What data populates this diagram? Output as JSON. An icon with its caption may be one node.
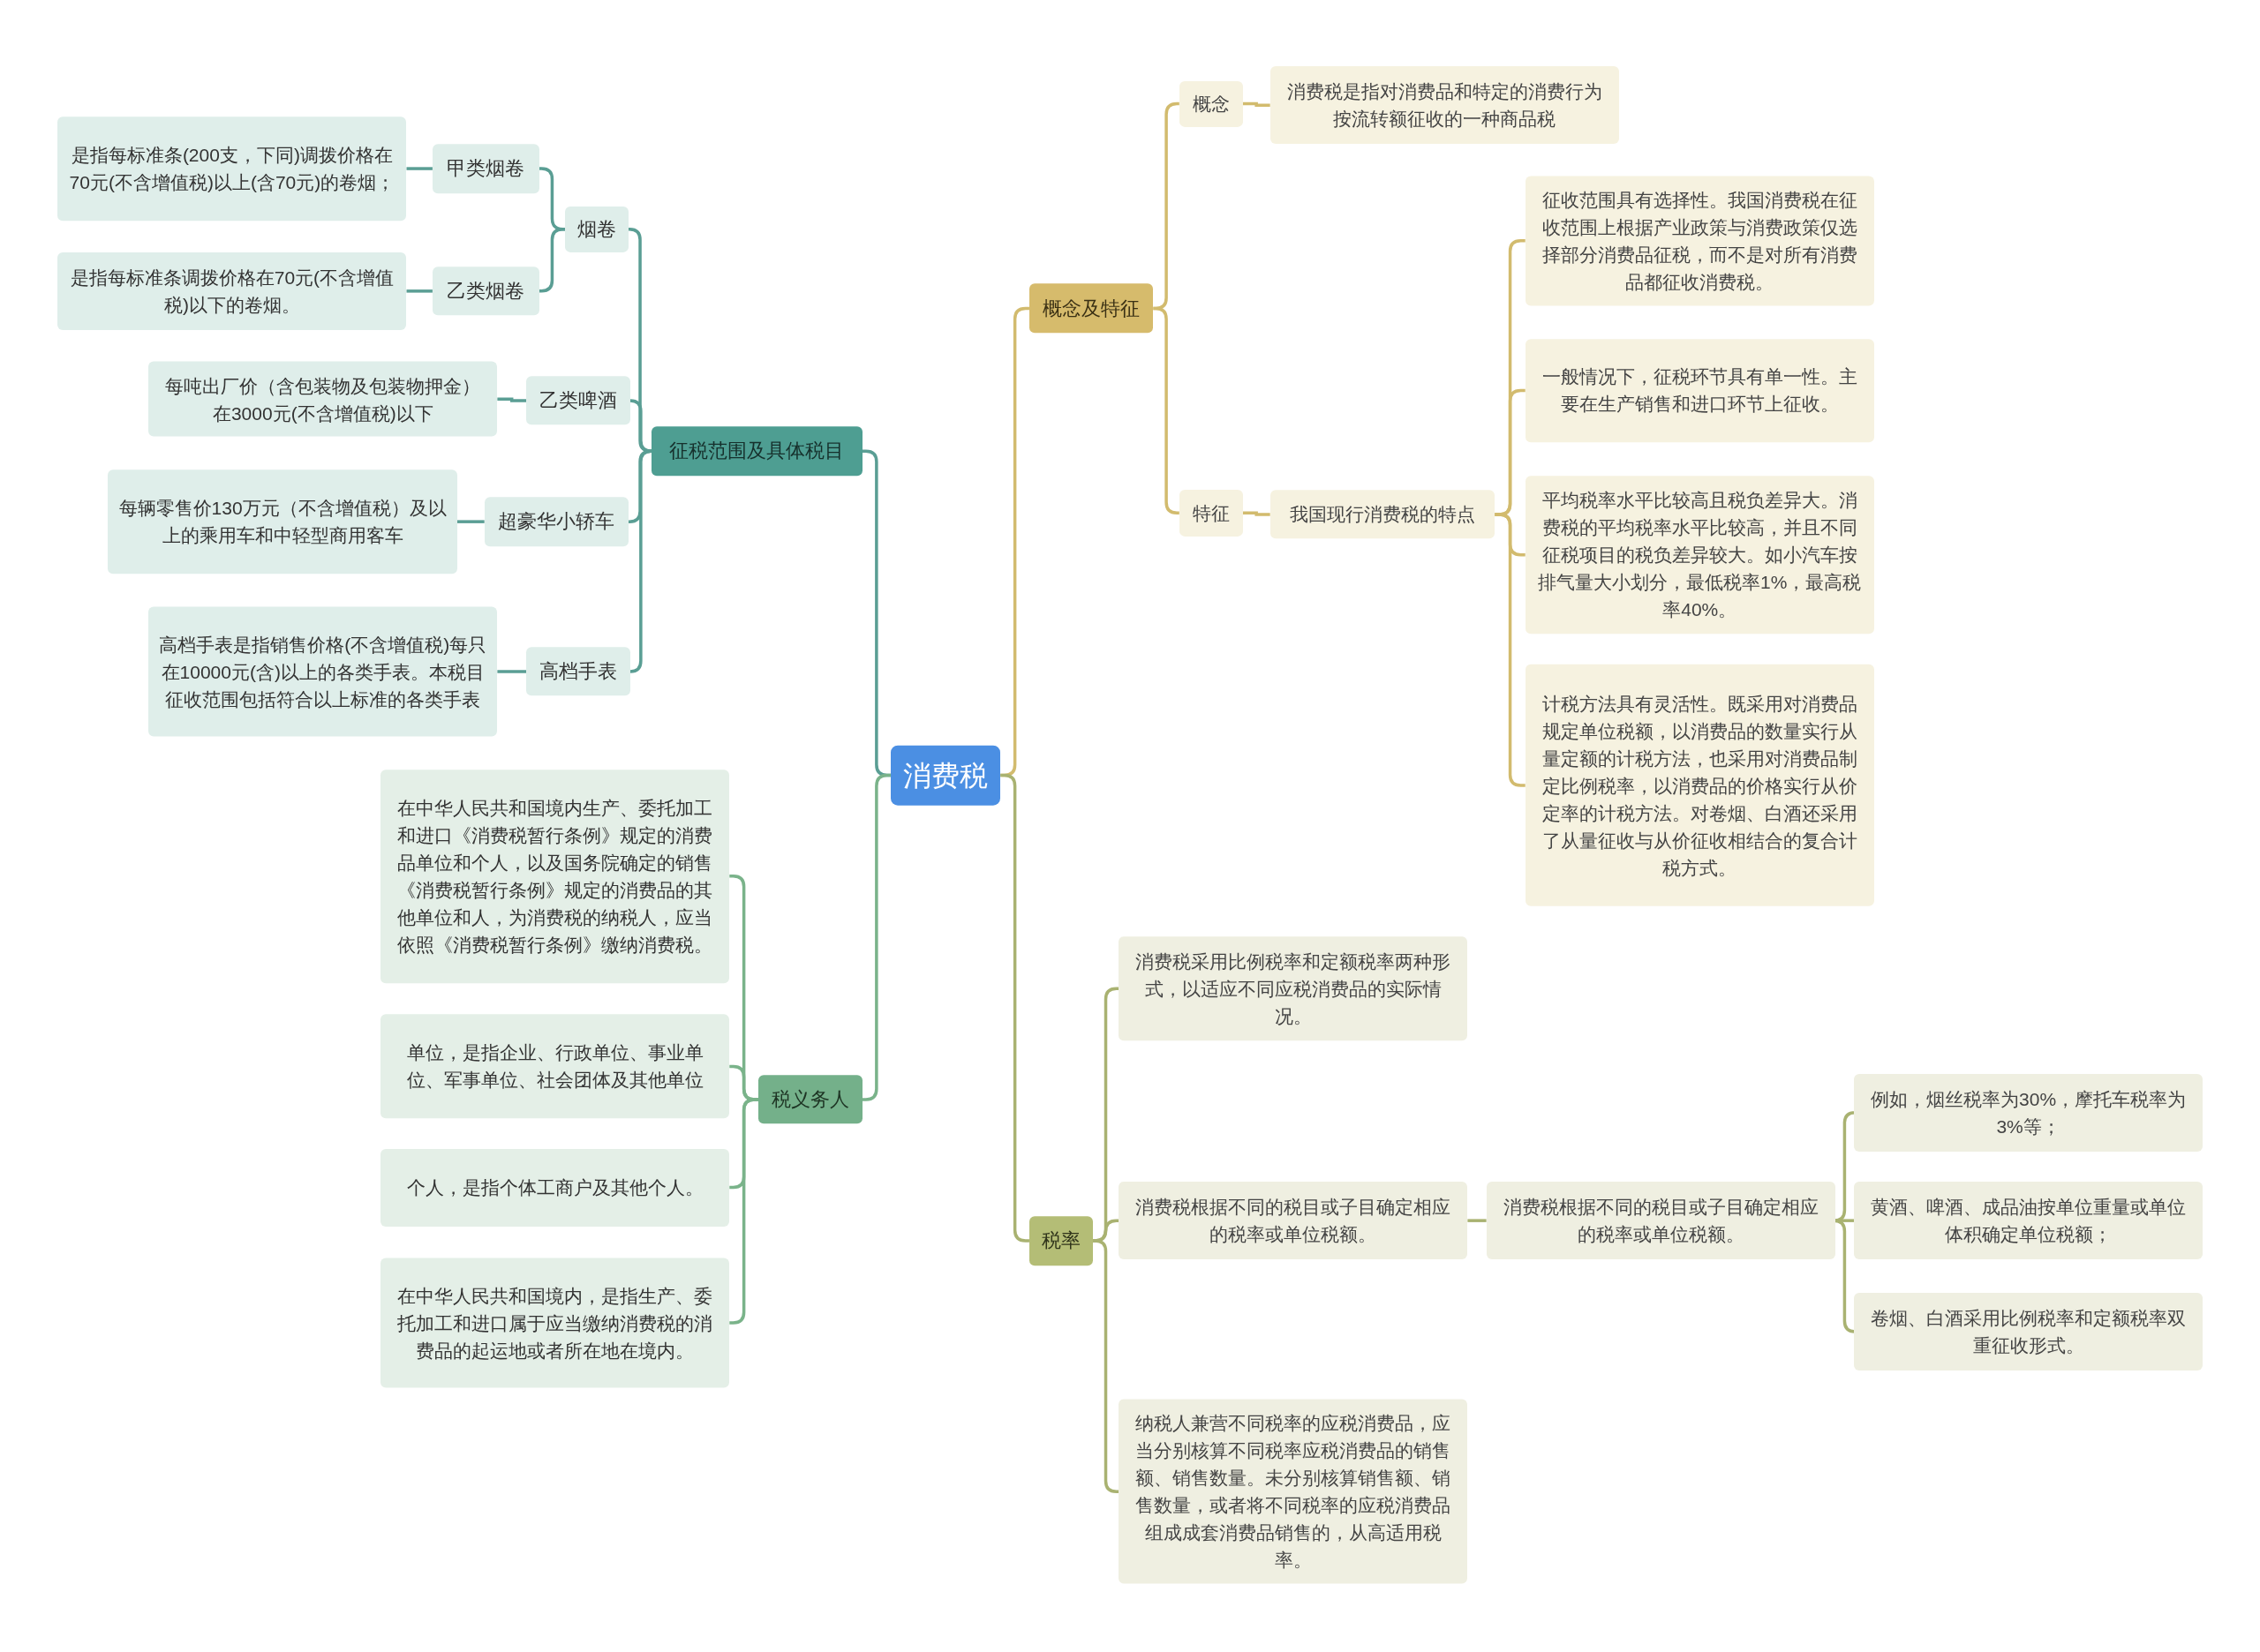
{
  "diagram": {
    "nodes": [
      {
        "text": [
          "消费税"
        ]
      },
      {
        "text": [
          "征税范围及具体税目"
        ]
      },
      {
        "text": [
          "烟卷"
        ]
      },
      {
        "text": [
          "甲类烟卷"
        ]
      },
      {
        "text": [
          "是指每标准条(200支，下同)调拨价格在70元(不含增值税)以上(含70元)的卷烟；"
        ]
      },
      {
        "text": [
          "乙类烟卷"
        ]
      },
      {
        "text": [
          "是指每标准条调拨价格在70元(不含增值税)以下的卷烟。"
        ]
      },
      {
        "text": [
          "乙类啤酒"
        ]
      },
      {
        "text": [
          "每吨出厂价（含包装物及包装物押金）在3000元(不含增值税)以下"
        ]
      },
      {
        "text": [
          "超豪华小轿车"
        ]
      },
      {
        "text": [
          "每辆零售价130万元（不含增值税）及以上的乘用车和中轻型商用客车"
        ]
      },
      {
        "text": [
          "高档手表"
        ]
      },
      {
        "text": [
          "高档手表是指销售价格(不含增值税)每只在10000元(含)以上的各类手表。本税目征收范围包括符合以上标准的各类手表"
        ]
      },
      {
        "text": [
          "税义务人"
        ]
      },
      {
        "text": [
          "在中华人民共和国境内生产、委托加工和进口《消费税暂行条例》规定的消费品单位和个人，以及国务院确定的销售《消费税暂行条例》规定的消费品的其他单位和人，为消费税的纳税人，应当依照《消费税暂行条例》缴纳消费税。"
        ]
      },
      {
        "text": [
          "单位，是指企业、行政单位、事业单位、军事单位、社会团体及其他单位"
        ]
      },
      {
        "text": [
          "个人，是指个体工商户及其他个人。"
        ]
      },
      {
        "text": [
          "在中华人民共和国境内，是指生产、委托加工和进口属于应当缴纳消费税的消费品的起运地或者所在地在境内。"
        ]
      },
      {
        "text": [
          "概念及特征"
        ]
      },
      {
        "text": [
          "概念"
        ]
      },
      {
        "text": [
          "消费税是指对消费品和特定的消费行为按流转额征收的一种商品税"
        ]
      },
      {
        "text": [
          "特征"
        ]
      },
      {
        "text": [
          "我国现行消费税的特点"
        ]
      },
      {
        "text": [
          "征收范围具有选择性。我国消费税在征收范围上根据产业政策与消费政策仅选择部分消费品征税，而不是对所有消费品都征收消费税。"
        ]
      },
      {
        "text": [
          "一般情况下，征税环节具有单一性。主要在生产销售和进口环节上征收。"
        ]
      },
      {
        "text": [
          "平均税率水平比较高且税负差异大。消费税的平均税率水平比较高，并且不同征税项目的税负差异较大。如小汽车按排气量大小划分，最低税率1%，最高税率40%。"
        ]
      },
      {
        "text": [
          "计税方法具有灵活性。既采用对消费品规定单位税额，以消费品的数量实行从量定额的计税方法，也采用对消费品制定比例税率，以消费品的价格实行从价定率的计税方法。对卷烟、白酒还采用了从量征收与从价征收相结合的复合计税方式。"
        ]
      },
      {
        "text": [
          "税率"
        ]
      },
      {
        "text": [
          "消费税采用比例税率和定额税率两种形式，以适应不同应税消费品的实际情况。"
        ]
      },
      {
        "text": [
          "消费税根据不同的税目或子目确定相应的税率或单位税额。"
        ]
      },
      {
        "text": [
          "消费税根据不同的税目或子目确定相应的税率或单位税额。"
        ]
      },
      {
        "text": [
          "例如，烟丝税率为30%，摩托车税率为3%等；"
        ]
      },
      {
        "text": [
          "黄酒、啤酒、成品油按单位重量或单位体积确定单位税额；"
        ]
      },
      {
        "text": [
          "卷烟、白酒采用比例税率和定额税率双重征收形式。"
        ]
      },
      {
        "text": [
          "纳税人兼营不同税率的应税消费品，应当分别核算不同税率应税消费品的销售额、销售数量。未分别核算销售额、销售数量，或者将不同税率的应税消费品组成成套消费品销售的，从高适用税率。"
        ]
      }
    ],
    "edges": [
      {
        "from": 0,
        "to": 1,
        "arrow": "none",
        "color": "#5a9e94"
      },
      {
        "from": 1,
        "to": 2,
        "arrow": "none",
        "color": "#5a9e94"
      },
      {
        "from": 2,
        "to": 3,
        "arrow": "none",
        "color": "#5a9e94"
      },
      {
        "from": 3,
        "to": 4,
        "arrow": "none",
        "color": "#5a9e94"
      },
      {
        "from": 2,
        "to": 5,
        "arrow": "none",
        "color": "#5a9e94"
      },
      {
        "from": 5,
        "to": 6,
        "arrow": "none",
        "color": "#5a9e94"
      },
      {
        "from": 1,
        "to": 7,
        "arrow": "none",
        "color": "#5a9e94"
      },
      {
        "from": 7,
        "to": 8,
        "arrow": "none",
        "color": "#5a9e94"
      },
      {
        "from": 1,
        "to": 9,
        "arrow": "none",
        "color": "#5a9e94"
      },
      {
        "from": 9,
        "to": 10,
        "arrow": "none",
        "color": "#5a9e94"
      },
      {
        "from": 1,
        "to": 11,
        "arrow": "none",
        "color": "#5a9e94"
      },
      {
        "from": 11,
        "to": 12,
        "arrow": "none",
        "color": "#5a9e94"
      },
      {
        "from": 0,
        "to": 13,
        "arrow": "none",
        "color": "#7ab38a"
      },
      {
        "from": 13,
        "to": 14,
        "arrow": "none",
        "color": "#7ab38a"
      },
      {
        "from": 13,
        "to": 15,
        "arrow": "none",
        "color": "#7ab38a"
      },
      {
        "from": 13,
        "to": 16,
        "arrow": "none",
        "color": "#7ab38a"
      },
      {
        "from": 13,
        "to": 17,
        "arrow": "none",
        "color": "#7ab38a"
      },
      {
        "from": 0,
        "to": 18,
        "arrow": "none",
        "color": "#d2bb6e"
      },
      {
        "from": 18,
        "to": 19,
        "arrow": "none",
        "color": "#d2bb6e"
      },
      {
        "from": 19,
        "to": 20,
        "arrow": "none",
        "color": "#d2bb6e"
      },
      {
        "from": 18,
        "to": 21,
        "arrow": "none",
        "color": "#d2bb6e"
      },
      {
        "from": 21,
        "to": 22,
        "arrow": "none",
        "color": "#d2bb6e"
      },
      {
        "from": 22,
        "to": 23,
        "arrow": "none",
        "color": "#d2bb6e"
      },
      {
        "from": 22,
        "to": 24,
        "arrow": "none",
        "color": "#d2bb6e"
      },
      {
        "from": 22,
        "to": 25,
        "arrow": "none",
        "color": "#d2bb6e"
      },
      {
        "from": 22,
        "to": 26,
        "arrow": "none",
        "color": "#d2bb6e"
      },
      {
        "from": 0,
        "to": 27,
        "arrow": "none",
        "color": "#a9b271"
      },
      {
        "from": 27,
        "to": 28,
        "arrow": "none",
        "color": "#a9b271"
      },
      {
        "from": 27,
        "to": 29,
        "arrow": "none",
        "color": "#a9b271"
      },
      {
        "from": 29,
        "to": 30,
        "arrow": "none",
        "color": "#a9b271"
      },
      {
        "from": 30,
        "to": 31,
        "arrow": "none",
        "color": "#a9b271"
      },
      {
        "from": 30,
        "to": 32,
        "arrow": "none",
        "color": "#a9b271"
      },
      {
        "from": 30,
        "to": 33,
        "arrow": "none",
        "color": "#a9b271"
      },
      {
        "from": 27,
        "to": 34,
        "arrow": "none",
        "color": "#a9b271"
      }
    ]
  }
}
